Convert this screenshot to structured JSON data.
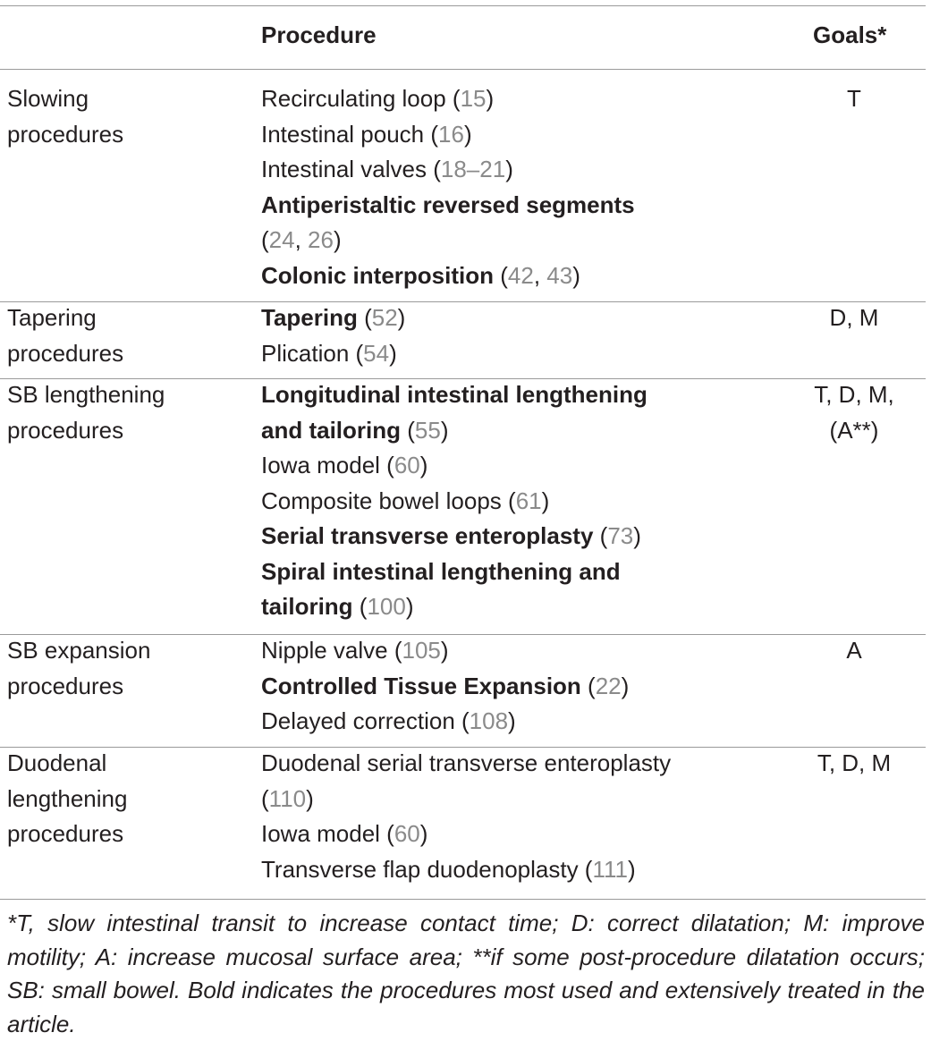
{
  "header": {
    "procedure": "Procedure",
    "goals": "Goals*"
  },
  "groups": [
    {
      "category": [
        "Slowing",
        "procedures"
      ],
      "goal": "T",
      "items": [
        {
          "parts": [
            {
              "t": "Recirculating loop (",
              "c": ""
            },
            {
              "t": "15",
              "c": "ref"
            },
            {
              "t": ")",
              "c": ""
            }
          ]
        },
        {
          "parts": [
            {
              "t": "Intestinal pouch (",
              "c": ""
            },
            {
              "t": "16",
              "c": "ref"
            },
            {
              "t": ")",
              "c": ""
            }
          ]
        },
        {
          "parts": [
            {
              "t": "Intestinal valves (",
              "c": ""
            },
            {
              "t": "18–21",
              "c": "ref"
            },
            {
              "t": ")",
              "c": ""
            }
          ]
        },
        {
          "parts": [
            {
              "t": "Antiperistaltic reversed segments",
              "c": "b"
            }
          ]
        },
        {
          "parts": [
            {
              "t": "(",
              "c": ""
            },
            {
              "t": "24",
              "c": "ref"
            },
            {
              "t": ", ",
              "c": ""
            },
            {
              "t": "26",
              "c": "ref"
            },
            {
              "t": ")",
              "c": ""
            }
          ]
        },
        {
          "parts": [
            {
              "t": "Colonic interposition",
              "c": "b"
            },
            {
              "t": " (",
              "c": ""
            },
            {
              "t": "42",
              "c": "ref"
            },
            {
              "t": ", ",
              "c": ""
            },
            {
              "t": "43",
              "c": "ref"
            },
            {
              "t": ")",
              "c": ""
            }
          ]
        }
      ]
    },
    {
      "category": [
        "Tapering",
        "procedures"
      ],
      "goal": "D, M",
      "items": [
        {
          "parts": [
            {
              "t": "Tapering",
              "c": "b"
            },
            {
              "t": " (",
              "c": ""
            },
            {
              "t": "52",
              "c": "ref"
            },
            {
              "t": ")",
              "c": ""
            }
          ]
        },
        {
          "parts": [
            {
              "t": "Plication (",
              "c": ""
            },
            {
              "t": "54",
              "c": "ref"
            },
            {
              "t": ")",
              "c": ""
            }
          ]
        }
      ]
    },
    {
      "category": [
        "SB lengthening",
        "procedures"
      ],
      "goal": "T, D, M, (A**)",
      "items": [
        {
          "parts": [
            {
              "t": "Longitudinal intestinal lengthening",
              "c": "b"
            }
          ]
        },
        {
          "parts": [
            {
              "t": "and tailoring",
              "c": "b"
            },
            {
              "t": " (",
              "c": ""
            },
            {
              "t": "55",
              "c": "ref"
            },
            {
              "t": ")",
              "c": ""
            }
          ]
        },
        {
          "parts": [
            {
              "t": "Iowa model (",
              "c": ""
            },
            {
              "t": "60",
              "c": "ref"
            },
            {
              "t": ")",
              "c": ""
            }
          ]
        },
        {
          "parts": [
            {
              "t": "Composite bowel loops (",
              "c": ""
            },
            {
              "t": "61",
              "c": "ref"
            },
            {
              "t": ")",
              "c": ""
            }
          ]
        },
        {
          "parts": [
            {
              "t": "Serial transverse enteroplasty",
              "c": "b"
            },
            {
              "t": " (",
              "c": ""
            },
            {
              "t": "73",
              "c": "ref"
            },
            {
              "t": ")",
              "c": ""
            }
          ]
        },
        {
          "parts": [
            {
              "t": "Spiral intestinal lengthening and",
              "c": "b"
            }
          ]
        },
        {
          "parts": [
            {
              "t": "tailoring",
              "c": "b"
            },
            {
              "t": " (",
              "c": ""
            },
            {
              "t": "100",
              "c": "ref"
            },
            {
              "t": ")",
              "c": ""
            }
          ]
        }
      ]
    },
    {
      "category": [
        "SB expansion",
        "procedures"
      ],
      "goal": "A",
      "items": [
        {
          "parts": [
            {
              "t": "Nipple valve (",
              "c": ""
            },
            {
              "t": "105",
              "c": "ref"
            },
            {
              "t": ")",
              "c": ""
            }
          ]
        },
        {
          "parts": [
            {
              "t": "Controlled Tissue Expansion",
              "c": "b"
            },
            {
              "t": " (",
              "c": ""
            },
            {
              "t": "22",
              "c": "ref"
            },
            {
              "t": ")",
              "c": ""
            }
          ]
        },
        {
          "parts": [
            {
              "t": "Delayed correction (",
              "c": ""
            },
            {
              "t": "108",
              "c": "ref"
            },
            {
              "t": ")",
              "c": ""
            }
          ]
        }
      ]
    },
    {
      "category": [
        "Duodenal",
        "lengthening",
        "procedures"
      ],
      "goal": "T, D, M",
      "items": [
        {
          "parts": [
            {
              "t": "Duodenal serial transverse enteroplasty",
              "c": ""
            }
          ]
        },
        {
          "parts": [
            {
              "t": "(",
              "c": ""
            },
            {
              "t": "110",
              "c": "ref"
            },
            {
              "t": ")",
              "c": ""
            }
          ]
        },
        {
          "parts": [
            {
              "t": "Iowa model (",
              "c": ""
            },
            {
              "t": "60",
              "c": "ref"
            },
            {
              "t": ")",
              "c": ""
            }
          ]
        },
        {
          "parts": [
            {
              "t": "Transverse flap duodenoplasty (",
              "c": ""
            },
            {
              "t": "111",
              "c": "ref"
            },
            {
              "t": ")",
              "c": ""
            }
          ]
        }
      ]
    }
  ],
  "footnote": "*T, slow intestinal transit to increase contact time; D: correct dilatation; M: improve motility; A: increase mucosal surface area; **if some post-procedure dilatation occurs; SB: small bowel. Bold indicates the procedures most used and extensively treated in the article."
}
